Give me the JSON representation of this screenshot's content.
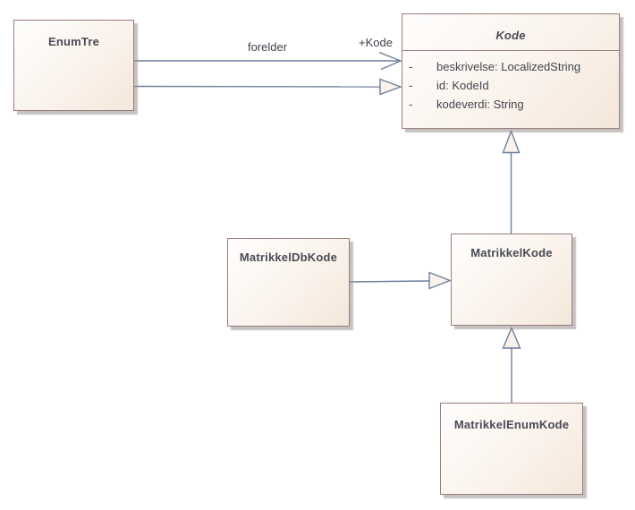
{
  "diagram": {
    "type": "uml-class-diagram",
    "classes": {
      "enumtre": {
        "name": "EnumTre"
      },
      "kode": {
        "name": "Kode",
        "is_abstract_italic": true,
        "attributes": [
          {
            "visibility": "-",
            "text": "beskrivelse: LocalizedString"
          },
          {
            "visibility": "-",
            "text": "id: KodeId"
          },
          {
            "visibility": "-",
            "text": "kodeverdi: String"
          }
        ]
      },
      "matrikkel_db_kode": {
        "name": "MatrikkelDbKode"
      },
      "matrikkel_kode": {
        "name": "MatrikkelKode"
      },
      "matrikkel_enum_kode": {
        "name": "MatrikkelEnumKode"
      }
    },
    "relationships": [
      {
        "type": "association",
        "from": "EnumTre",
        "to": "Kode",
        "name": "forelder",
        "target_role": "+Kode"
      },
      {
        "type": "generalization",
        "from": "EnumTre",
        "to": "Kode"
      },
      {
        "type": "generalization",
        "from": "MatrikkelKode",
        "to": "Kode"
      },
      {
        "type": "generalization",
        "from": "MatrikkelDbKode",
        "to": "MatrikkelKode"
      },
      {
        "type": "generalization",
        "from": "MatrikkelEnumKode",
        "to": "MatrikkelKode"
      }
    ],
    "colors": {
      "node_border": "#9b7c7e",
      "node_fill_start": "#fffefd",
      "node_fill_end": "#f4e7db",
      "connector_line": "#6d7f9b",
      "triangle_fill": "#fcf2ec",
      "title_text": "#494a54",
      "attribute_text": "#43454e",
      "label_text": "#3d424c",
      "background": "#ffffff"
    }
  }
}
